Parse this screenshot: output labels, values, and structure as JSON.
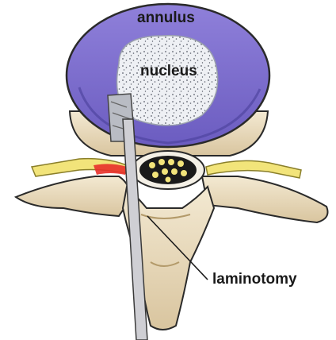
{
  "labels": {
    "annulus": "annulus",
    "nucleus": "nucleus",
    "laminotomy": "laminotomy"
  },
  "colors": {
    "annulus": "#7f6fcd",
    "annulus_dark": "#4a3f9a",
    "nucleus": "#e9ecf2",
    "bone": "#e9dcc0",
    "bone_shadow": "#c9b58d",
    "nerve": "#f2e47a",
    "inflamed_nerve": "#e8302a",
    "instrument": "#cfcfd4",
    "outline": "#2a2a2a"
  }
}
